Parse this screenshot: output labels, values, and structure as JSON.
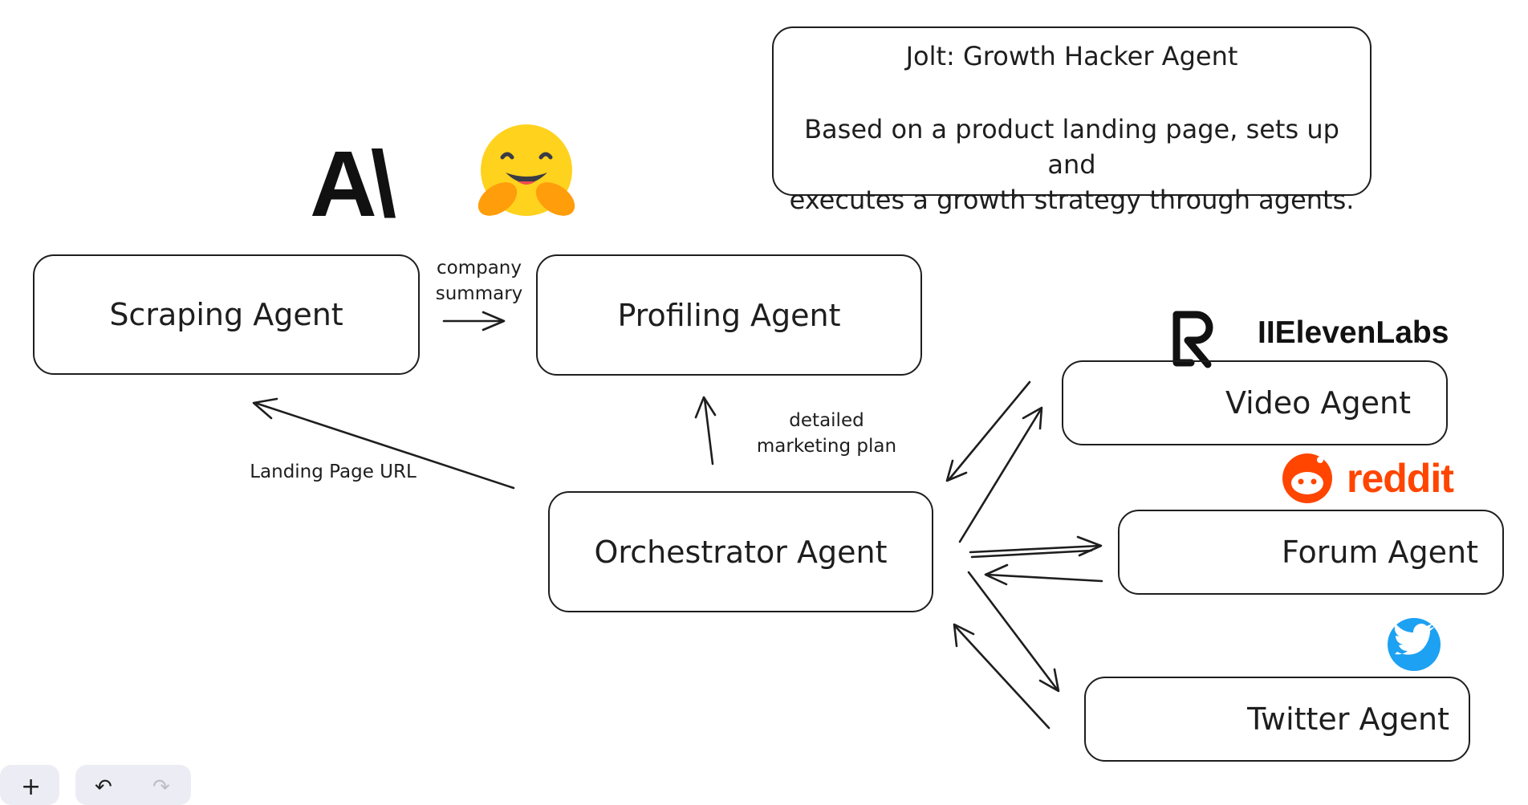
{
  "info": {
    "title": "Jolt: Growth Hacker Agent",
    "description_line1": "Based on a product landing page, sets up and",
    "description_line2": "executes a growth strategy through agents."
  },
  "nodes": {
    "scraping": "Scraping Agent",
    "profiling": "Profiling Agent",
    "orchestrator": "Orchestrator Agent",
    "video": "Video Agent",
    "forum": "Forum Agent",
    "twitter": "Twitter Agent"
  },
  "edge_labels": {
    "company_summary_line1": "company",
    "company_summary_line2": "summary",
    "landing_page_url": "Landing Page URL",
    "detailed_line1": "detailed",
    "detailed_line2": "marketing plan"
  },
  "logos": {
    "anthropic": "A\\",
    "hugging_face": "hugging-face-icon",
    "heygen": "heygen-icon",
    "elevenlabs": "IIElevenLabs",
    "reddit": "reddit",
    "twitter": "twitter-bird-icon"
  },
  "colors": {
    "stroke": "#1e1e1e",
    "reddit": "#ff4500",
    "twitter": "#1da1f2",
    "hf_yellow": "#ffd21e",
    "hf_orange": "#ff9d0b",
    "toolbar": "#ececf4"
  },
  "toolbar": {
    "add": "+",
    "undo": "↶",
    "redo": "↷"
  }
}
